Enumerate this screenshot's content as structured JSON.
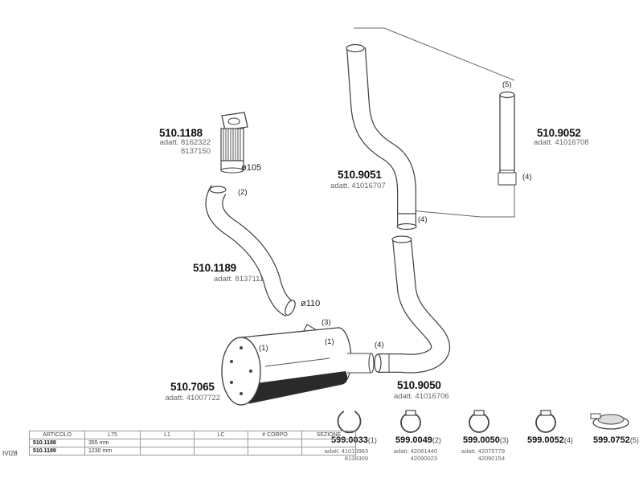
{
  "parts": {
    "p1188": {
      "code": "510.1188",
      "adatt": [
        "adatt. 8162322",
        "8137150"
      ],
      "diameter": "ø105"
    },
    "p1189": {
      "code": "510.1189",
      "adatt": "adatt. 8137111",
      "diameter": "ø110",
      "callout": "(2)"
    },
    "p7065": {
      "code": "510.7065",
      "adatt": "adatt. 41007722",
      "callout_a": "(1)",
      "callout_b": "(1)",
      "callout_c": "(3)"
    },
    "p9050": {
      "code": "510.9050",
      "adatt": "adatt. 41016706",
      "callout": "(4)"
    },
    "p9051": {
      "code": "510.9051",
      "adatt": "adatt. 41016707",
      "callout": "(4)"
    },
    "p9052": {
      "code": "510.9052",
      "adatt": "adatt. 41016708",
      "callout_top": "(5)",
      "callout_bottom": "(4)"
    }
  },
  "clamps": [
    {
      "code": "599.0033",
      "ref": "(1)",
      "sub": [
        "adatt. 41015983",
        "8138309"
      ],
      "icon": "ring-clamp-icon"
    },
    {
      "code": "599.0049",
      "ref": "(2)",
      "sub": [
        "adatt. 42081440",
        "42090023"
      ],
      "icon": "band-clamp-icon"
    },
    {
      "code": "599.0050",
      "ref": "(3)",
      "sub": [
        "adatt. 42075779",
        "42090154"
      ],
      "icon": "band-clamp-icon"
    },
    {
      "code": "599.0052",
      "ref": "(4)",
      "sub": [],
      "icon": "band-clamp-icon"
    },
    {
      "code": "599.0752",
      "ref": "(5)",
      "sub": [],
      "icon": "rain-cap-icon"
    }
  ],
  "side_label": "IVI28",
  "table": {
    "headers": [
      "ARTICOLO",
      "L75",
      "L1",
      "LC",
      "# CORPO",
      "SEZIONE"
    ],
    "rows": [
      {
        "code": "510.1188",
        "len": "355 mm"
      },
      {
        "code": "510.1189",
        "len": "1230 mm"
      }
    ]
  },
  "colors": {
    "line": "#444444",
    "pipe_fill": "#ffffff",
    "muffler_dark": "#2a2a2a"
  }
}
